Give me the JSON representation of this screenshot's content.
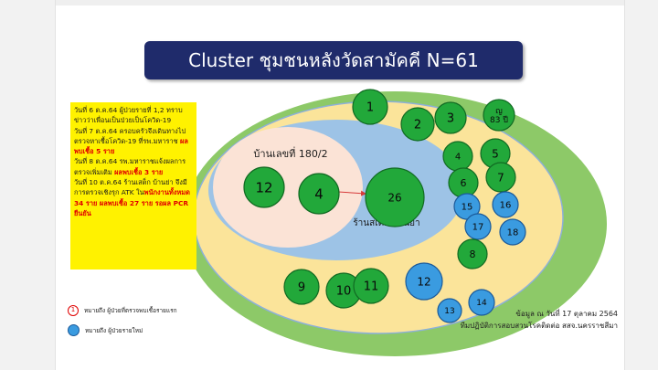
{
  "title": "Cluster ชุมชนหลังวัดสามัคคี N=61",
  "house_label": "บ้านเลขที่ 180/2",
  "shop_label": "ร้านสเต็ก บ้านย่า",
  "notes": {
    "p1_a": "วันที่ 6 ต.ค.64 ผู้ป่วยรายที่ 1,2 ทราบข่าวว่าเพื่อนเป็นป่วยเป็นโควิด-19",
    "p2_a": "วันที่ 7 ต.ค.64 ครอบครัวจึงเดินทางไปตรวจหาเชื้อโควิด-19 ที่รพ.มหาราช",
    "p2_red": "ผลพบเชื้อ 5 ราย",
    "p3_a": "วันที่ 8 ต.ค.64 รพ.มหาราชแจ้งผลการตรวจเพิ่มเติม",
    "p3_red": "ผลพบเชื้อ 3 ราย",
    "p4_a": "วันที่ 10 ต.ค.64 ร้านเสต็ก บ้านย่า จึงมีการตรวจเชิงรุก ATK ใน",
    "p4_red": "พนักงานทั้งหมด 34 ราย ผลพบเชื้อ 27 ราย รอผล PCR ยืนยัน"
  },
  "legend": {
    "first_case": "หมายถึง ผู้ป่วยที่ตรวจพบเชื้อรายแรก",
    "first_mark": "1",
    "new_case": "หมายถึง ผู้ป่วยรายใหม่"
  },
  "source": {
    "line1": "ข้อมูล ณ วันที่ 17 ตุลาคม 2564",
    "line2": "ทีมปฏิบัติการสอบสวนโรคติดต่อ สสจ.นครราชสีมา"
  },
  "nodes": [
    {
      "label": "12",
      "kind": "green"
    },
    {
      "label": "4",
      "kind": "green"
    },
    {
      "label": "26",
      "kind": "green"
    },
    {
      "label": "1",
      "kind": "green"
    },
    {
      "label": "2",
      "kind": "green"
    },
    {
      "label": "3",
      "kind": "green"
    },
    {
      "label": "ญ\n83 ปี",
      "kind": "green"
    },
    {
      "label": "4",
      "kind": "green"
    },
    {
      "label": "5",
      "kind": "green"
    },
    {
      "label": "6",
      "kind": "green"
    },
    {
      "label": "7",
      "kind": "green"
    },
    {
      "label": "15",
      "kind": "blue"
    },
    {
      "label": "16",
      "kind": "blue"
    },
    {
      "label": "17",
      "kind": "blue"
    },
    {
      "label": "18",
      "kind": "blue"
    },
    {
      "label": "8",
      "kind": "green"
    },
    {
      "label": "9",
      "kind": "green"
    },
    {
      "label": "10",
      "kind": "green"
    },
    {
      "label": "11",
      "kind": "green"
    },
    {
      "label": "12",
      "kind": "blue"
    },
    {
      "label": "13",
      "kind": "blue"
    },
    {
      "label": "14",
      "kind": "blue"
    }
  ],
  "colors": {
    "outer_green": "#8dc968",
    "cream": "#fbe49a",
    "light_blue": "#9dc3e6",
    "pink": "#fbe3d6",
    "node_green": "#22a83a",
    "node_blue": "#3a9be0",
    "title_bg": "#1f2b6b",
    "notes_bg": "#fff200"
  }
}
